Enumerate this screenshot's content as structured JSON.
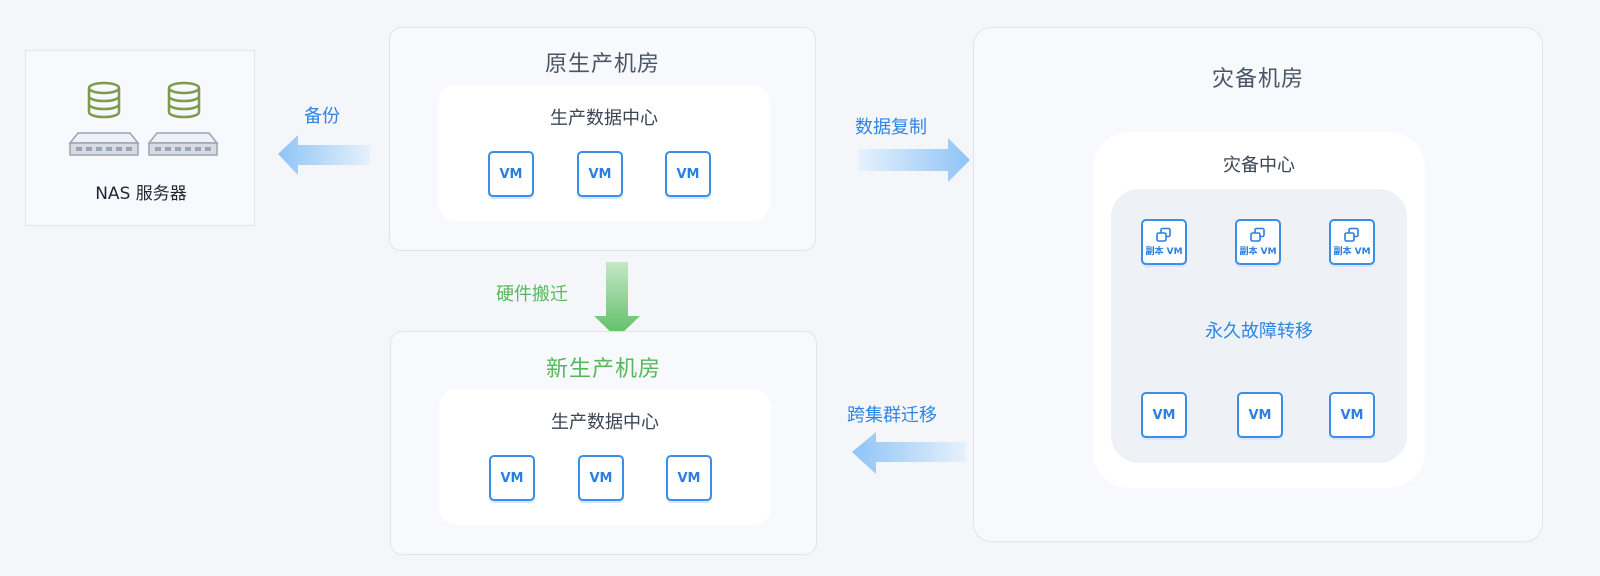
{
  "nas": {
    "label": "NAS 服务器",
    "icons": [
      "database-icon",
      "server-rack-icon"
    ]
  },
  "original_room": {
    "title": "原生产机房",
    "datacenter": {
      "title": "生产数据中心",
      "vms": [
        "VM",
        "VM",
        "VM"
      ]
    }
  },
  "new_room": {
    "title": "新生产机房",
    "datacenter": {
      "title": "生产数据中心",
      "vms": [
        "VM",
        "VM",
        "VM"
      ]
    }
  },
  "dr_room": {
    "title": "灾备机房",
    "center": {
      "title": "灾备中心",
      "replica_vms": [
        "副本 VM",
        "副本 VM",
        "副本 VM"
      ],
      "failover_label": "永久故障转移",
      "vms": [
        "VM",
        "VM",
        "VM"
      ]
    }
  },
  "arrows": {
    "backup": "备份",
    "replication": "数据复制",
    "hardware_migration": "硬件搬迁",
    "cross_cluster_migration": "跨集群迁移"
  },
  "colors": {
    "blue_accent": "#2d86e6",
    "green_accent": "#55b85d",
    "database_green": "#7d9a4e"
  }
}
